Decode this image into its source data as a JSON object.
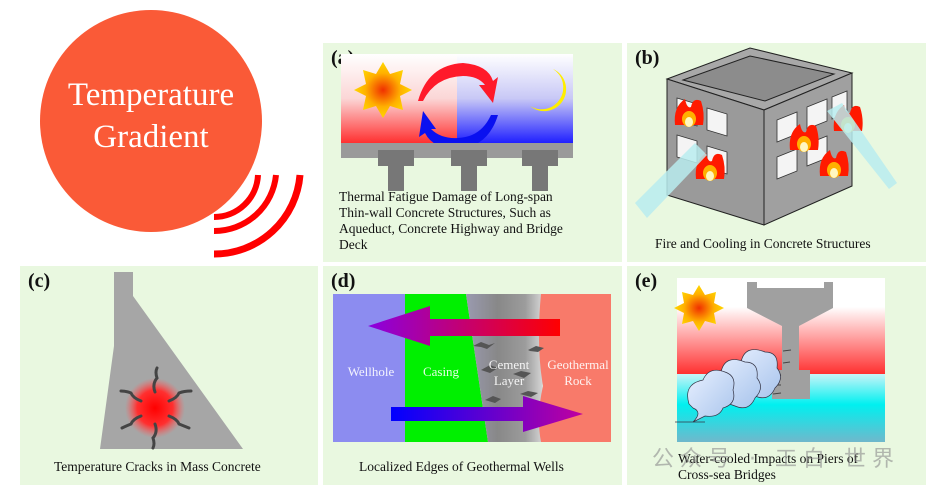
{
  "title": {
    "line1": "Temperature",
    "line2": "Gradient"
  },
  "colors": {
    "circle": "#fa5a37",
    "waves": "#ff0000",
    "panel_bg": "#e9f8e0"
  },
  "panels": [
    {
      "id": "a",
      "label": "(a)",
      "caption": [
        "Thermal Fatigue Damage of Long-span",
        "Thin-wall Concrete Structures, Such as",
        "Aqueduct, Concrete Highway and Bridge",
        "Deck"
      ]
    },
    {
      "id": "b",
      "label": "(b)",
      "caption": [
        "Fire and Cooling in Concrete Structures"
      ]
    },
    {
      "id": "c",
      "label": "(c)",
      "caption": [
        "Temperature Cracks in Mass Concrete"
      ]
    },
    {
      "id": "d",
      "label": "(d)",
      "caption": [
        "Localized Edges of Geothermal Wells"
      ],
      "layers": [
        "Wellhole",
        "Casing",
        "Cement Layer",
        "Geothermal Rock"
      ]
    },
    {
      "id": "e",
      "label": "(e)",
      "caption": [
        "Water-cooled Impacts on Piers of",
        "Cross-sea Bridges"
      ]
    }
  ],
  "d_layer_text": {
    "wellhole": "Wellhole",
    "casing": "Casing",
    "cement1": "Cement",
    "cement2": "Layer",
    "rock1": "Geothermal",
    "rock2": "Rock"
  },
  "watermark": "公众号 · 工白 世界"
}
